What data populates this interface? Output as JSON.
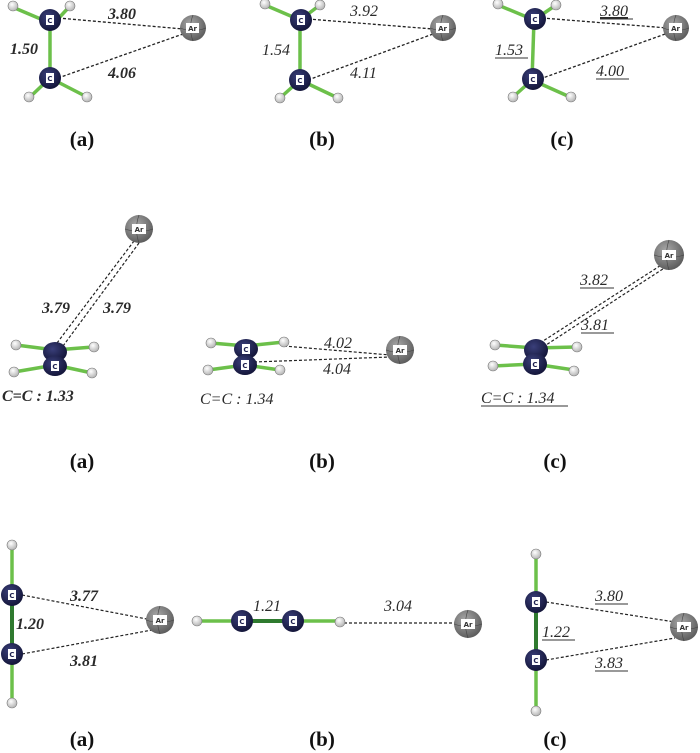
{
  "figure": {
    "colors": {
      "carbon": "#1e2150",
      "hydrogen": "#e8e8e8",
      "argon": "#8a8a8a",
      "bond_single": "#6cc04a",
      "bond_multi": "#2f7a2f",
      "dashed": "#222222"
    },
    "rows": [
      {
        "molecule": "ethane-Ar",
        "panels": [
          {
            "label": "(a)",
            "style": "bold",
            "cc": "1.50",
            "dist1": "3.80",
            "dist2": "4.06"
          },
          {
            "label": "(b)",
            "style": "italic",
            "cc": "1.54",
            "dist1": "3.92",
            "dist2": "4.11"
          },
          {
            "label": "(c)",
            "style": "underline",
            "cc": "1.53",
            "dist1": "3.80",
            "dist2": "4.00"
          }
        ]
      },
      {
        "molecule": "ethene-Ar",
        "panels": [
          {
            "label": "(a)",
            "style": "bold",
            "cc": "C=C : 1.33",
            "dist1": "3.79",
            "dist2": "3.79"
          },
          {
            "label": "(b)",
            "style": "italic",
            "cc": "C=C : 1.34",
            "dist1": "4.02",
            "dist2": "4.04"
          },
          {
            "label": "(c)",
            "style": "underline",
            "cc": "C=C : 1.34",
            "dist1": "3.82",
            "dist2": "3.81"
          }
        ]
      },
      {
        "molecule": "ethyne-Ar",
        "panels": [
          {
            "label": "(a)",
            "style": "bold",
            "cc": "1.20",
            "dist1": "3.77",
            "dist2": "3.81"
          },
          {
            "label": "(b)",
            "style": "italic",
            "cc": "1.21",
            "dist1": "3.04"
          },
          {
            "label": "(c)",
            "style": "underline",
            "cc": "1.22",
            "dist1": "3.80",
            "dist2": "3.83"
          }
        ]
      }
    ],
    "atom_labels": {
      "carbon": "C",
      "argon": "Ar"
    }
  }
}
